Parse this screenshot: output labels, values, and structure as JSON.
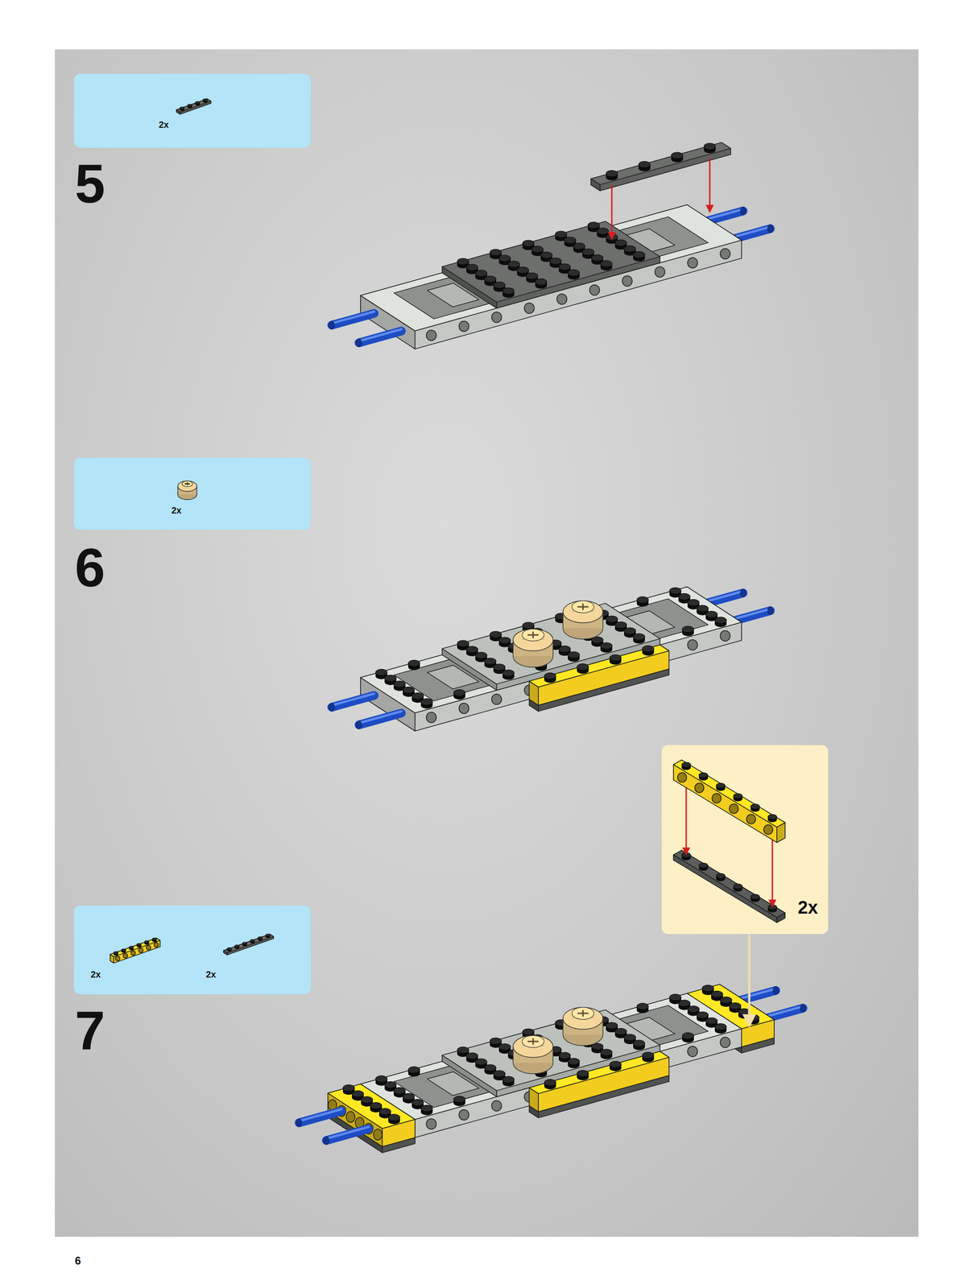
{
  "diagram": {
    "nodes": [
      {
        "text": [
          "2x"
        ]
      },
      {
        "text": [
          "2x"
        ]
      },
      {
        "text": [
          "2x",
          "2x"
        ]
      },
      {
        "text": [
          "2x"
        ]
      }
    ],
    "labels": [
      "5",
      "6",
      "7",
      "6"
    ]
  }
}
